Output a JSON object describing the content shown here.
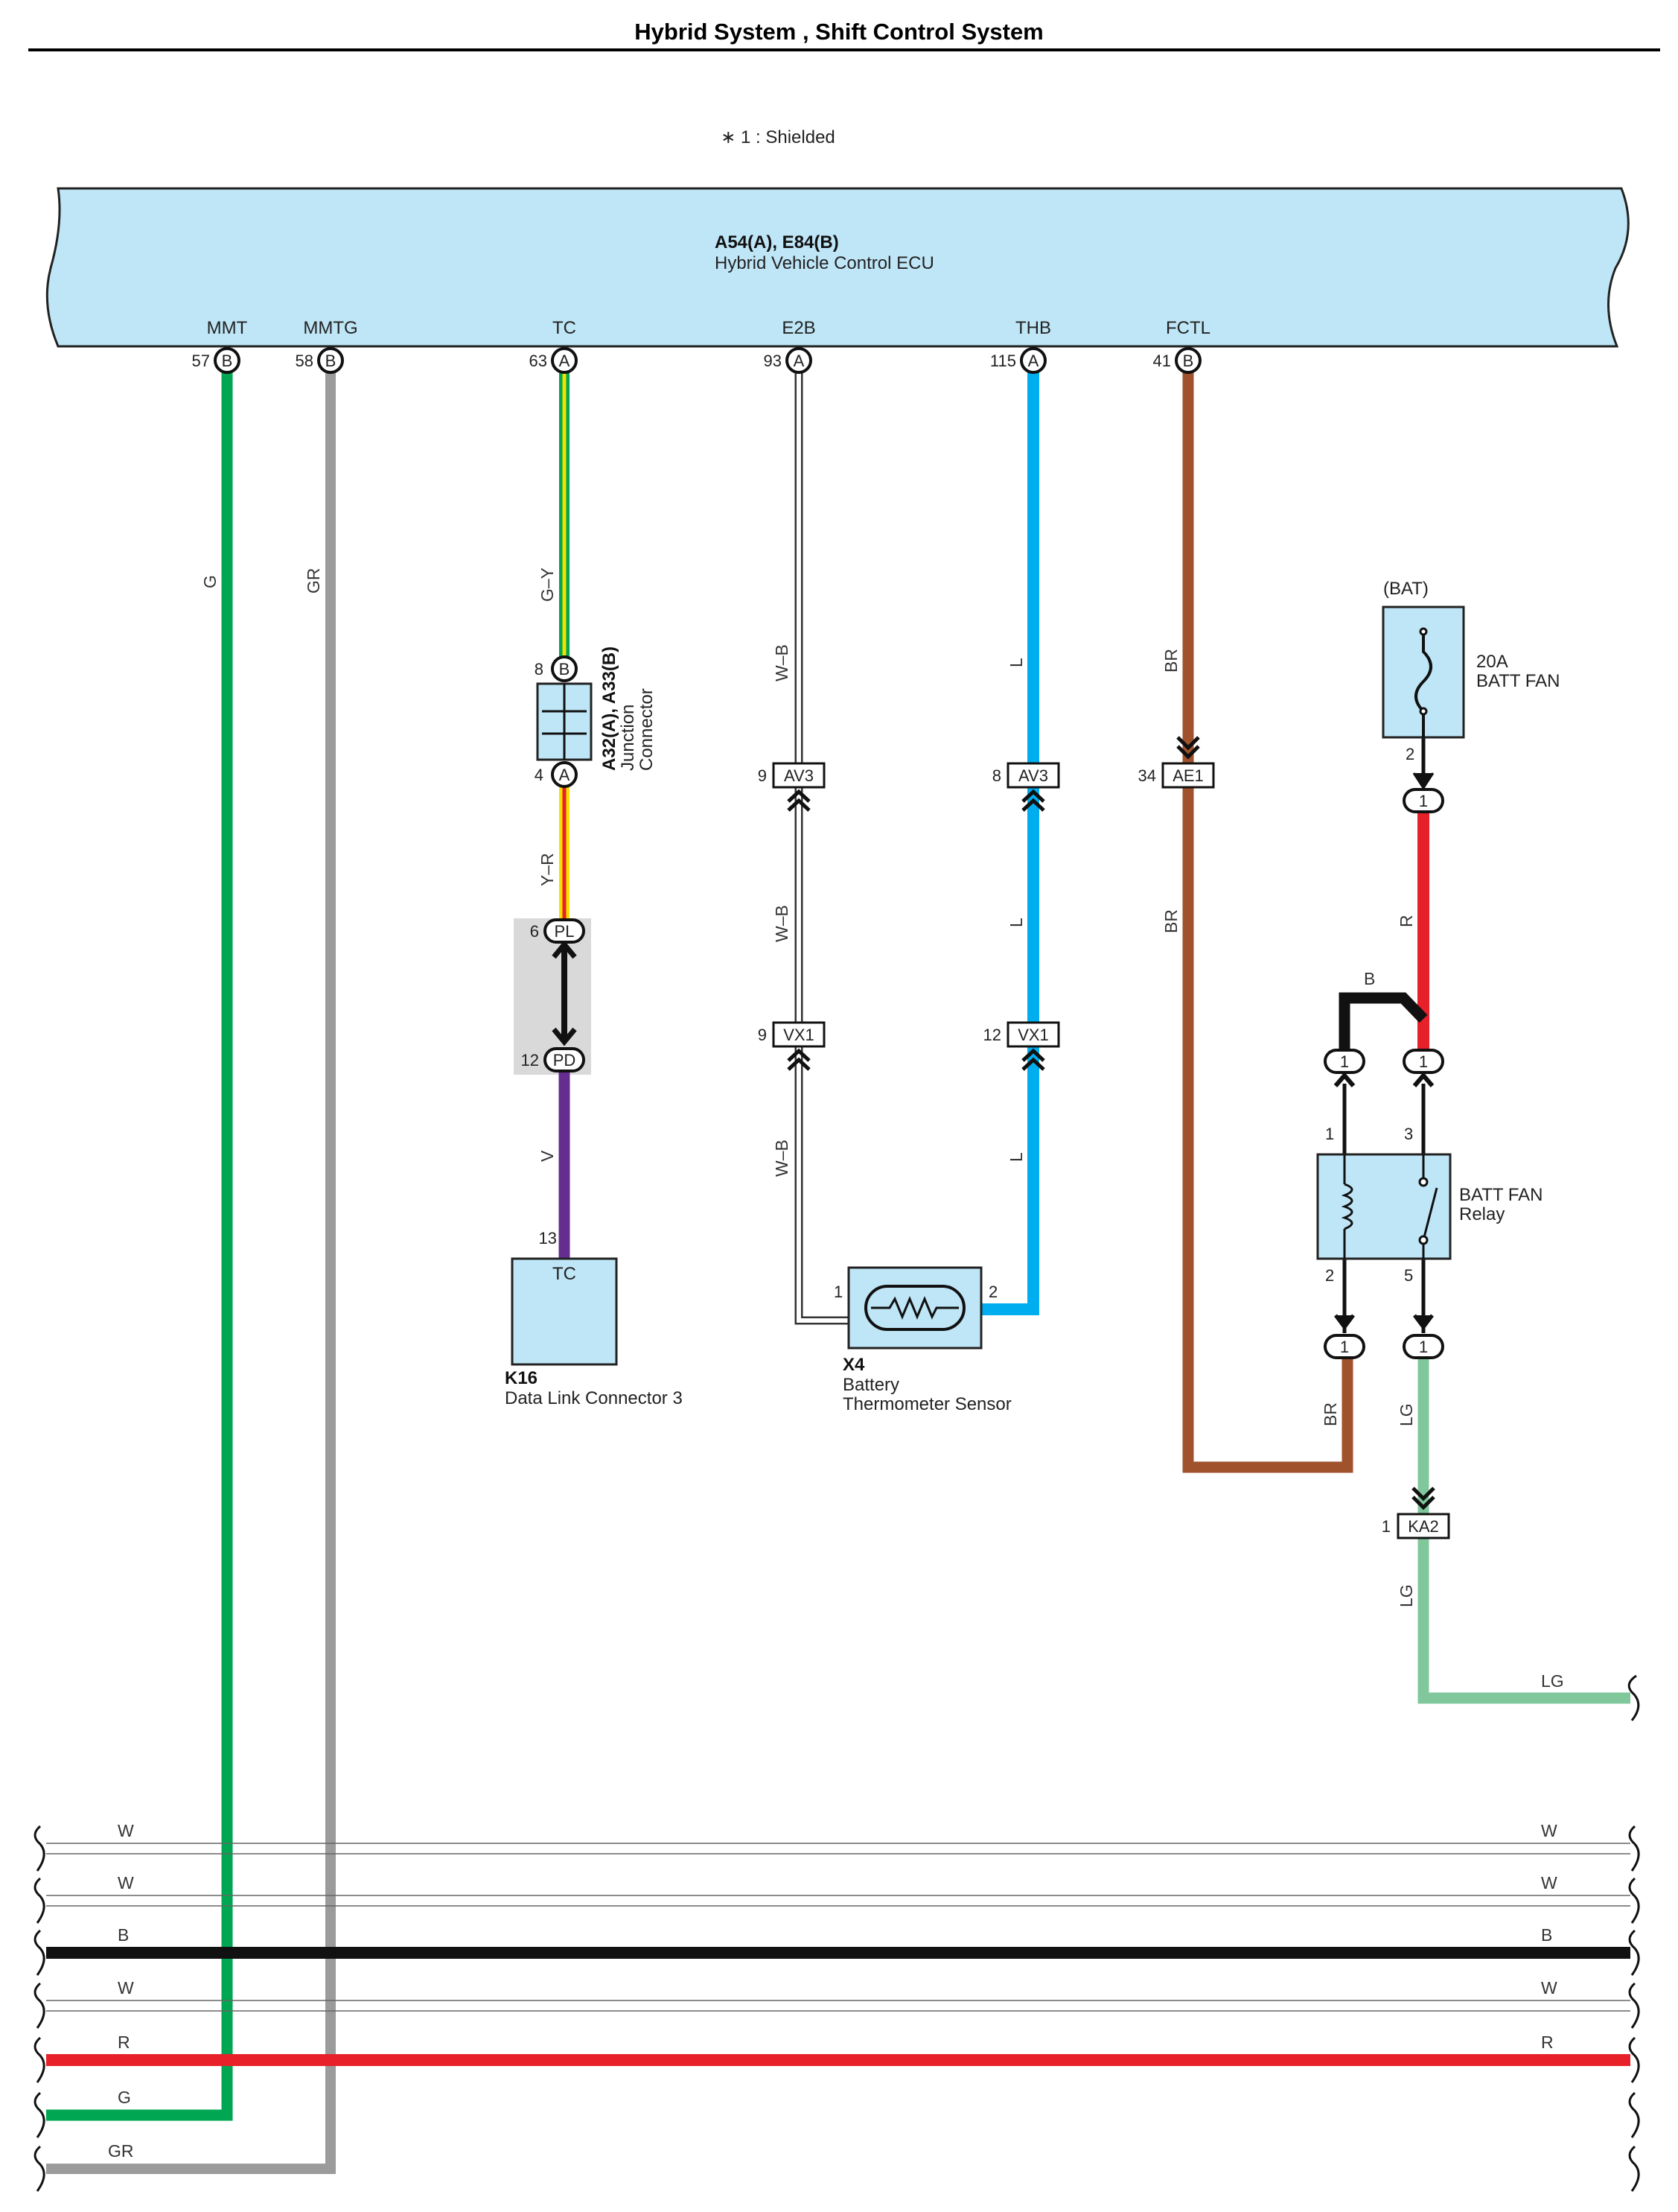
{
  "title": "Hybrid System , Shift Control System",
  "note": "∗ 1 : Shielded",
  "ecu": {
    "code": "A54(A), E84(B)",
    "name": "Hybrid Vehicle Control ECU",
    "fill": "#bfe6f7"
  },
  "ecu_pins": [
    {
      "signal": "MMT",
      "num": "57",
      "conn": "B"
    },
    {
      "signal": "MMTG",
      "num": "58",
      "conn": "B"
    },
    {
      "signal": "TC",
      "num": "63",
      "conn": "A"
    },
    {
      "signal": "E2B",
      "num": "93",
      "conn": "A"
    },
    {
      "signal": "THB",
      "num": "115",
      "conn": "A"
    },
    {
      "signal": "FCTL",
      "num": "41",
      "conn": "B"
    }
  ],
  "wire_labels": {
    "g": "G",
    "gr": "GR",
    "gy": "G–Y",
    "yr": "Y–R",
    "v": "V",
    "wb1": "W–B",
    "wb2": "W–B",
    "wb3": "W–B",
    "l1": "L",
    "l2": "L",
    "l3": "L",
    "br1": "BR",
    "br2": "BR",
    "br3": "BR",
    "r": "R",
    "b": "B",
    "lg1": "LG",
    "lg2": "LG",
    "lg3": "LG"
  },
  "junction": {
    "code": "A32(A), A33(B)",
    "line1": "Junction",
    "line2": "Connector",
    "pin_top_num": "8",
    "pin_top_conn": "B",
    "pin_bot_num": "4",
    "pin_bot_conn": "A"
  },
  "shield_pins": {
    "top_num": "6",
    "top_conn": "PL",
    "bot_num": "12",
    "bot_conn": "PD"
  },
  "dlc": {
    "pin": "13",
    "label": "TC",
    "code": "K16",
    "name": "Data Link Connector 3"
  },
  "connectors": {
    "av3_left_num": "9",
    "av3_left": "AV3",
    "av3_right_num": "8",
    "av3_right": "AV3",
    "vx1_left_num": "9",
    "vx1_left": "VX1",
    "vx1_right_num": "12",
    "vx1_right": "VX1",
    "ae1_num": "34",
    "ae1": "AE1",
    "ka2_num": "1",
    "ka2": "KA2"
  },
  "sensor": {
    "pin1": "1",
    "pin2": "2",
    "code": "X4",
    "line1": "Battery",
    "line2": "Thermometer Sensor"
  },
  "fuse": {
    "source": "(BAT)",
    "rating": "20A",
    "name": "BATT FAN",
    "out_pin": "2"
  },
  "relay": {
    "line1": "BATT FAN",
    "line2": "Relay",
    "pin1": "1",
    "pin2": "2",
    "pin3": "3",
    "pin5": "5"
  },
  "splice_label": "1",
  "bus": [
    {
      "label": "W",
      "color": "#ffffff"
    },
    {
      "label": "W",
      "color": "#ffffff"
    },
    {
      "label": "B",
      "color": "#111111"
    },
    {
      "label": "W",
      "color": "#ffffff"
    },
    {
      "label": "R",
      "color": "#e8202a"
    },
    {
      "label": "G",
      "color": "#00a651"
    },
    {
      "label": "GR",
      "color": "#9b9b9b"
    }
  ],
  "colors": {
    "G": "#00a651",
    "GR": "#9b9b9b",
    "Y": "#f5e000",
    "R": "#e8202a",
    "V": "#662d91",
    "L": "#00aeef",
    "BR": "#a0522d",
    "B": "#111111",
    "LG": "#80c89c",
    "component": "#bfe6f7",
    "shield": "#d9d9d9"
  }
}
